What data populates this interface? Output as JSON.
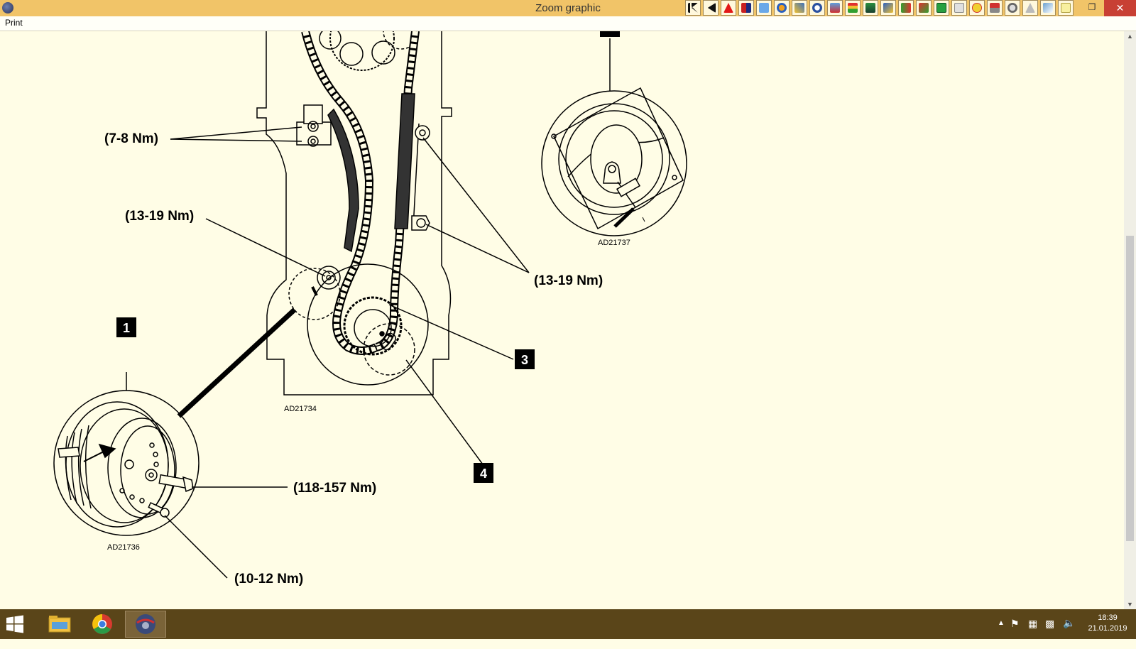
{
  "window": {
    "title": "Zoom graphic",
    "accent_color": "#f1c468",
    "close_icon": "close-icon",
    "restore_icon": "restore-icon"
  },
  "menu": {
    "print_label": "Print"
  },
  "toolbar": {
    "icons": [
      "first-page-icon",
      "previous-icon",
      "warning-icon",
      "book-icon",
      "blueprint-icon",
      "gear-icon",
      "wrench-icon",
      "dial-icon",
      "thermometer-icon",
      "chart-icon",
      "document-icon",
      "pencil-icon",
      "component-icon",
      "battery-icon",
      "cable-icon",
      "wiring-icon",
      "face-icon",
      "car-icon",
      "scope-icon",
      "triangle-icon",
      "notes-icon",
      "sticky-note-icon"
    ]
  },
  "diagram": {
    "torque_labels": {
      "tensioner_bolts": "(7-8 Nm)",
      "pivot_bolt": "(13-19 Nm)",
      "guide_bolts": "(13-19 Nm)",
      "crank_bolt": "(118-157 Nm)",
      "small_bolt": "(10-12 Nm)"
    },
    "callouts": {
      "c1": "1",
      "c3": "3",
      "c4": "4"
    },
    "figure_codes": {
      "main": "AD21734",
      "pulley": "AD21736",
      "cam_detail": "AD21737"
    }
  },
  "taskbar": {
    "apps": [
      "windows-start-icon",
      "file-explorer-icon",
      "chrome-icon",
      "diagnostic-app-icon"
    ],
    "clock_time": "18:39",
    "clock_date": "21.01.2019"
  }
}
